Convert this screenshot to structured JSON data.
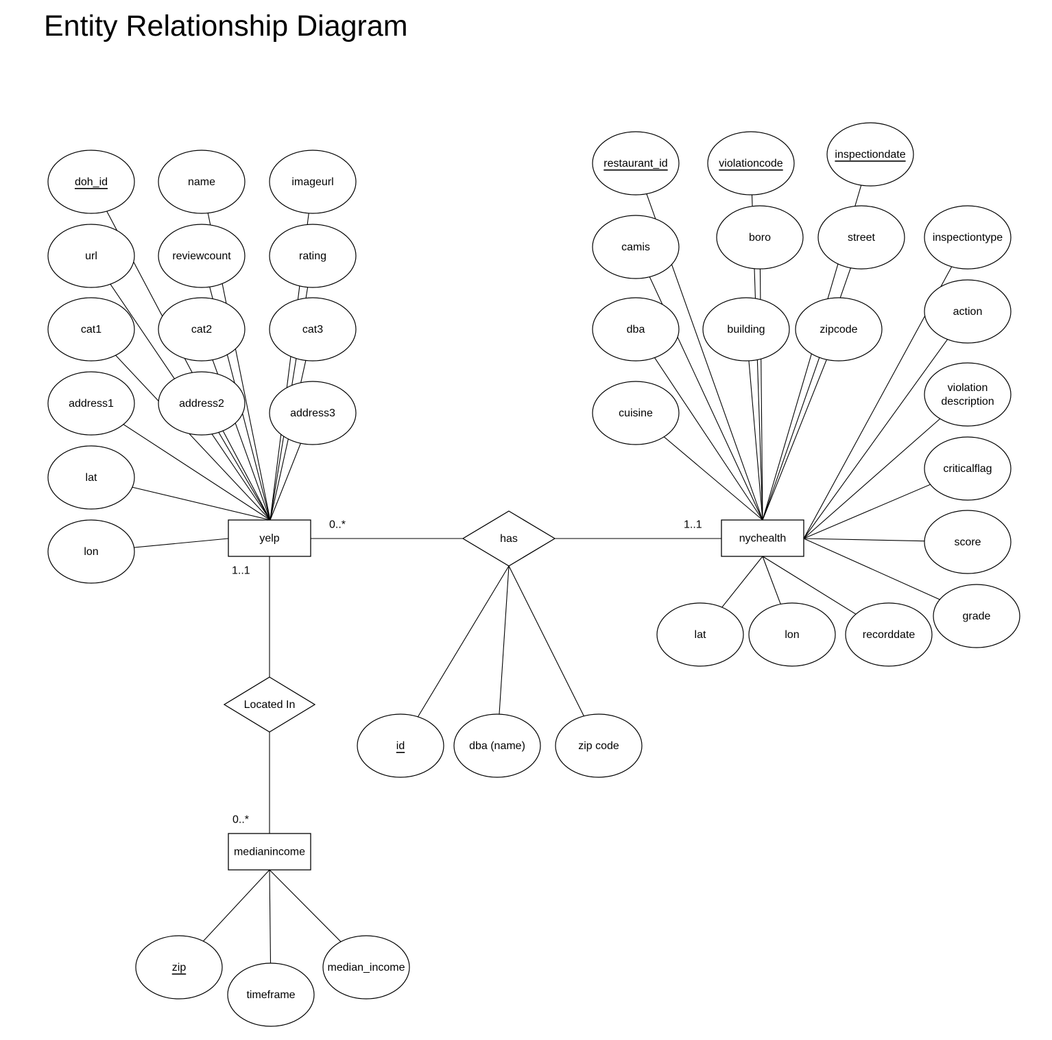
{
  "title": "Entity Relationship Diagram",
  "entities": {
    "yelp": "yelp",
    "nychealth": "nychealth",
    "medianincome": "medianincome"
  },
  "relationships": {
    "has": "has",
    "located_in": "Located In"
  },
  "cardinalities": {
    "yelp_has": "0..*",
    "nychealth_has": "1..1",
    "yelp_located": "1..1",
    "medianincome_located": "0..*"
  },
  "attributes": {
    "yelp": [
      {
        "label": "doh_id",
        "key": true
      },
      {
        "label": "name",
        "key": false
      },
      {
        "label": "imageurl",
        "key": false
      },
      {
        "label": "url",
        "key": false
      },
      {
        "label": "reviewcount",
        "key": false
      },
      {
        "label": "rating",
        "key": false
      },
      {
        "label": "cat1",
        "key": false
      },
      {
        "label": "cat2",
        "key": false
      },
      {
        "label": "cat3",
        "key": false
      },
      {
        "label": "address1",
        "key": false
      },
      {
        "label": "address2",
        "key": false
      },
      {
        "label": "address3",
        "key": false
      },
      {
        "label": "lat",
        "key": false
      },
      {
        "label": "lon",
        "key": false
      }
    ],
    "nychealth": [
      {
        "label": "restaurant_id",
        "key": true
      },
      {
        "label": "violationcode",
        "key": true
      },
      {
        "label": "inspectiondate",
        "key": true
      },
      {
        "label": "camis",
        "key": false
      },
      {
        "label": "boro",
        "key": false
      },
      {
        "label": "street",
        "key": false
      },
      {
        "label": "inspectiontype",
        "key": false
      },
      {
        "label": "dba",
        "key": false
      },
      {
        "label": "building",
        "key": false
      },
      {
        "label": "zipcode",
        "key": false
      },
      {
        "label": "action",
        "key": false
      },
      {
        "label": "cuisine",
        "key": false
      },
      {
        "label": "violation\ndescription",
        "key": false
      },
      {
        "label": "criticalflag",
        "key": false
      },
      {
        "label": "score",
        "key": false
      },
      {
        "label": "grade",
        "key": false
      },
      {
        "label": "lat",
        "key": false
      },
      {
        "label": "lon",
        "key": false
      },
      {
        "label": "recorddate",
        "key": false
      }
    ],
    "has": [
      {
        "label": "id",
        "key": true
      },
      {
        "label": "dba (name)",
        "key": false
      },
      {
        "label": "zip code",
        "key": false
      }
    ],
    "medianincome": [
      {
        "label": "zip",
        "key": true
      },
      {
        "label": "timeframe",
        "key": false
      },
      {
        "label": "median_income",
        "key": false
      }
    ]
  }
}
